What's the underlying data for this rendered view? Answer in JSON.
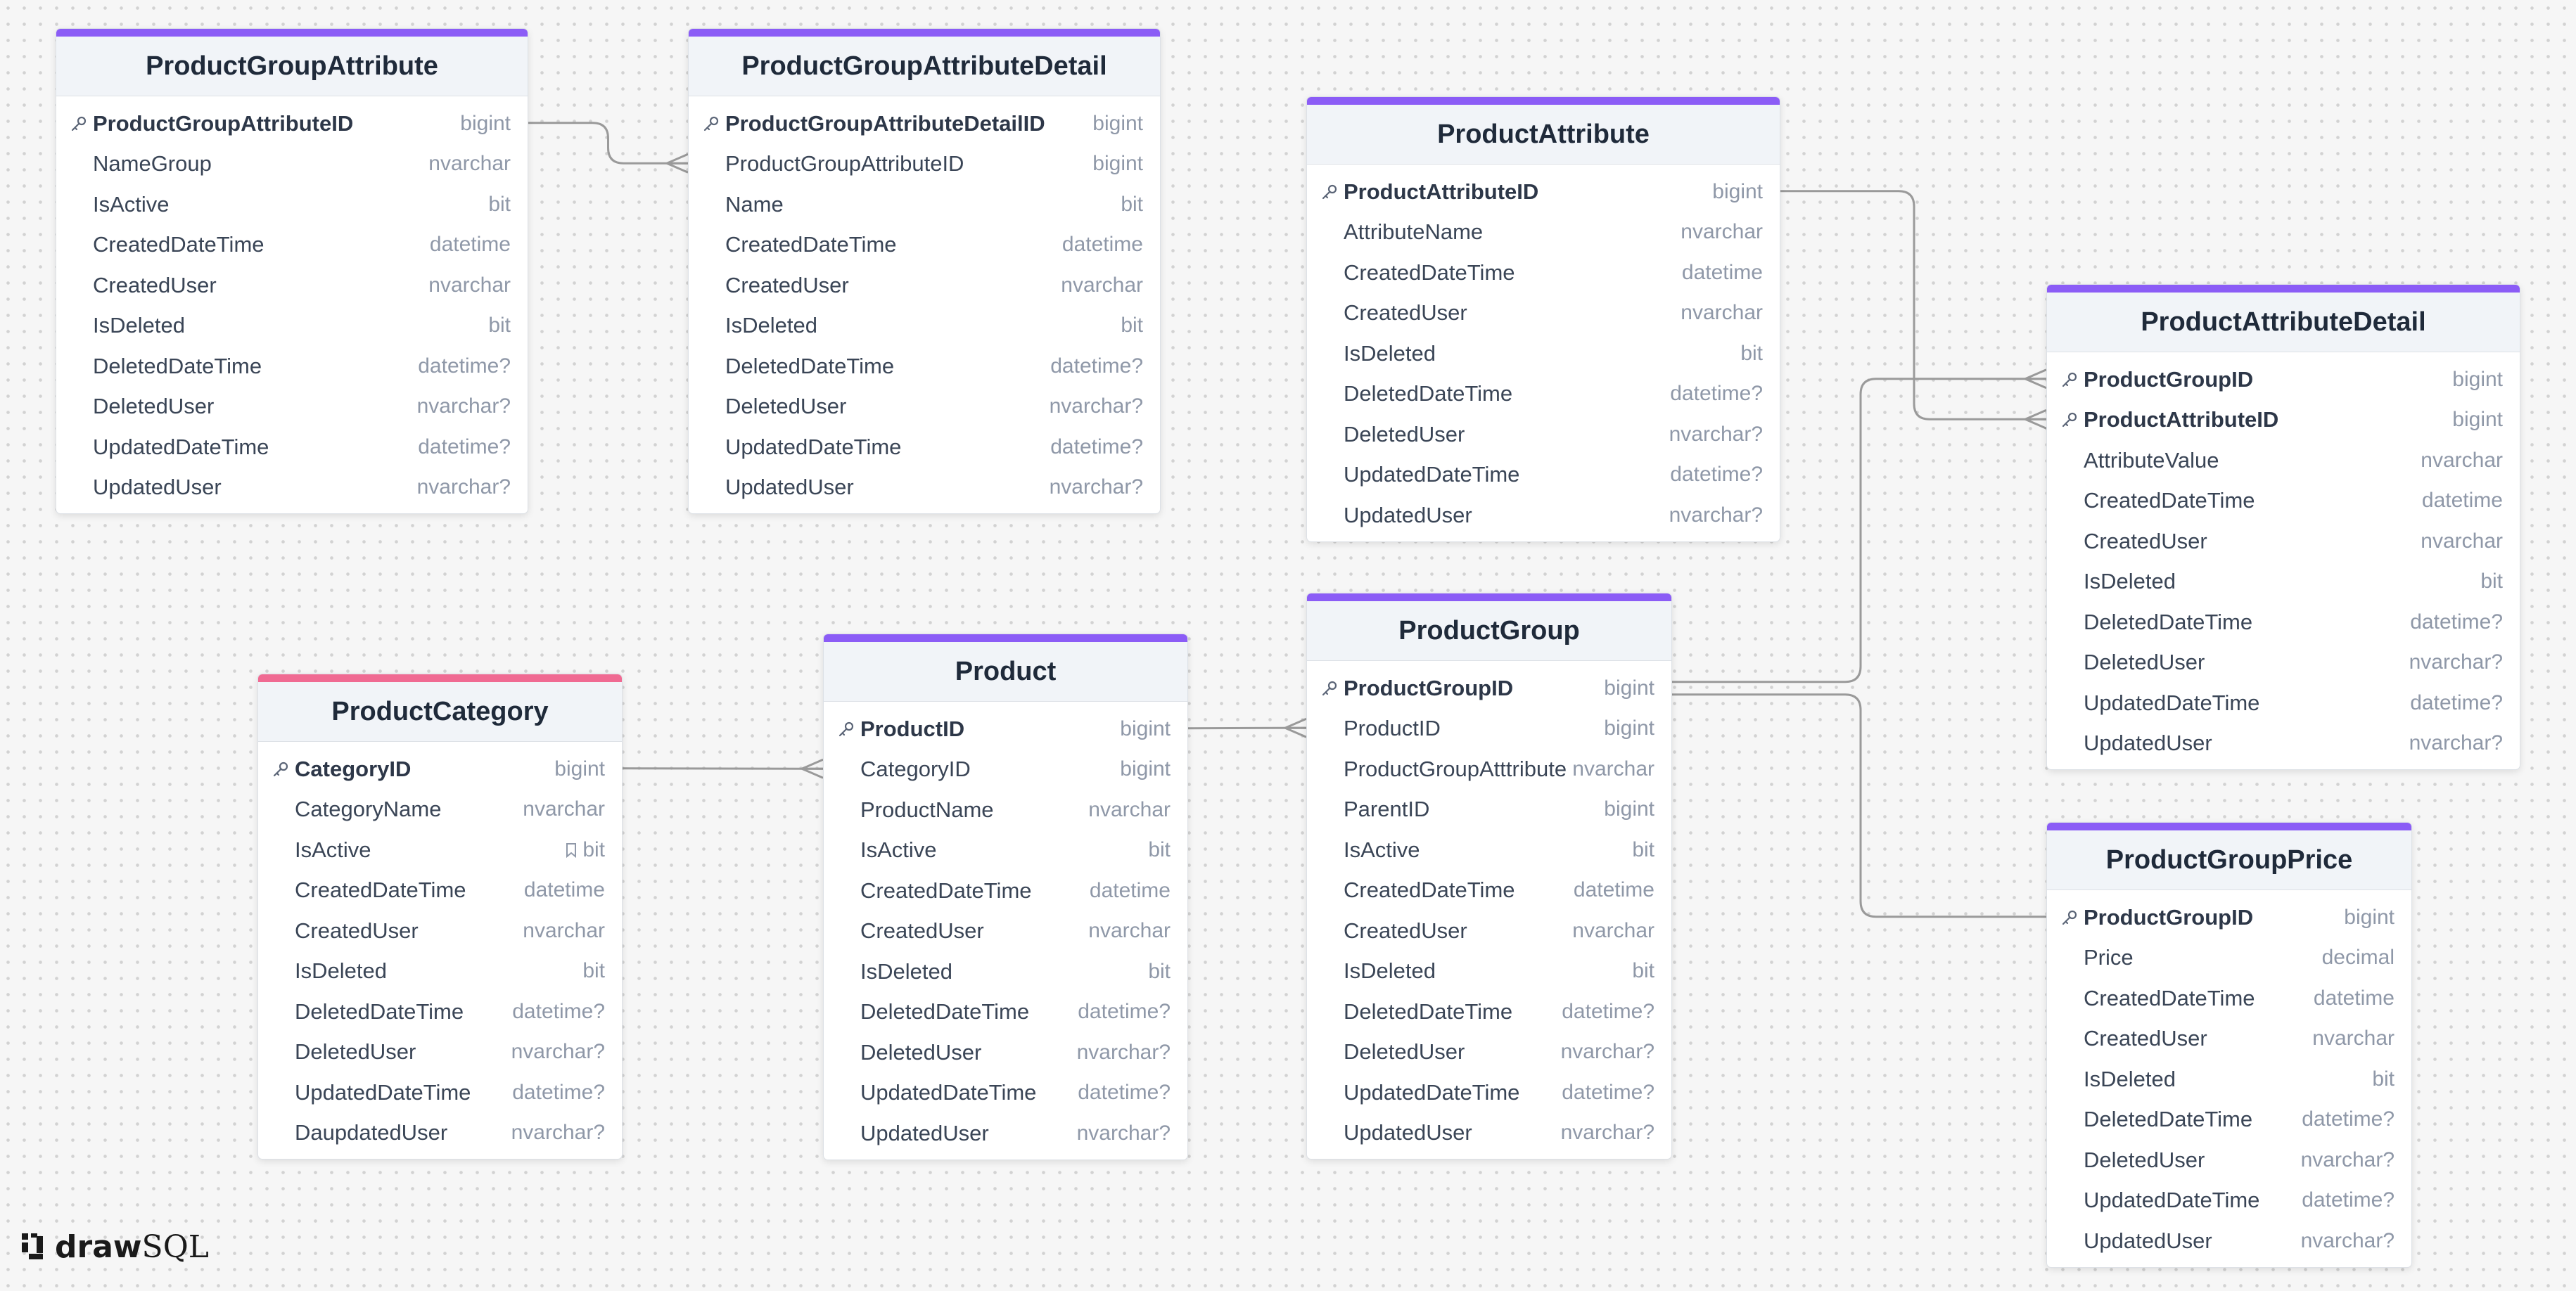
{
  "colors": {
    "accent": "#8b5cf6",
    "category_accent": "#f06a92",
    "link": "#9a9a9a"
  },
  "brand": {
    "bold": "draw",
    "light": "SQL",
    "icon": "drawsql-logo-icon"
  },
  "tables": [
    {
      "id": "ProductGroupAttribute",
      "title": "ProductGroupAttribute",
      "color": "#8b5cf6",
      "fields": [
        {
          "name": "ProductGroupAttributeID",
          "type": "bigint",
          "pk": true
        },
        {
          "name": "NameGroup",
          "type": "nvarchar"
        },
        {
          "name": "IsActive",
          "type": "bit"
        },
        {
          "name": "CreatedDateTime",
          "type": "datetime"
        },
        {
          "name": "CreatedUser",
          "type": "nvarchar"
        },
        {
          "name": "IsDeleted",
          "type": "bit"
        },
        {
          "name": "DeletedDateTime",
          "type": "datetime?"
        },
        {
          "name": "DeletedUser",
          "type": "nvarchar?"
        },
        {
          "name": "UpdatedDateTime",
          "type": "datetime?"
        },
        {
          "name": "UpdatedUser",
          "type": "nvarchar?"
        }
      ]
    },
    {
      "id": "ProductGroupAttributeDetail",
      "title": "ProductGroupAttributeDetail",
      "color": "#8b5cf6",
      "fields": [
        {
          "name": "ProductGroupAttributeDetailID",
          "type": "bigint",
          "pk": true
        },
        {
          "name": "ProductGroupAttributeID",
          "type": "bigint"
        },
        {
          "name": "Name",
          "type": "bit"
        },
        {
          "name": "CreatedDateTime",
          "type": "datetime"
        },
        {
          "name": "CreatedUser",
          "type": "nvarchar"
        },
        {
          "name": "IsDeleted",
          "type": "bit"
        },
        {
          "name": "DeletedDateTime",
          "type": "datetime?"
        },
        {
          "name": "DeletedUser",
          "type": "nvarchar?"
        },
        {
          "name": "UpdatedDateTime",
          "type": "datetime?"
        },
        {
          "name": "UpdatedUser",
          "type": "nvarchar?"
        }
      ]
    },
    {
      "id": "ProductAttribute",
      "title": "ProductAttribute",
      "color": "#8b5cf6",
      "fields": [
        {
          "name": "ProductAttributeID",
          "type": "bigint",
          "pk": true
        },
        {
          "name": "AttributeName",
          "type": "nvarchar"
        },
        {
          "name": "CreatedDateTime",
          "type": "datetime"
        },
        {
          "name": "CreatedUser",
          "type": "nvarchar"
        },
        {
          "name": "IsDeleted",
          "type": "bit"
        },
        {
          "name": "DeletedDateTime",
          "type": "datetime?"
        },
        {
          "name": "DeletedUser",
          "type": "nvarchar?"
        },
        {
          "name": "UpdatedDateTime",
          "type": "datetime?"
        },
        {
          "name": "UpdatedUser",
          "type": "nvarchar?"
        }
      ]
    },
    {
      "id": "ProductAttributeDetail",
      "title": "ProductAttributeDetail",
      "color": "#8b5cf6",
      "fields": [
        {
          "name": "ProductGroupID",
          "type": "bigint",
          "pk": true
        },
        {
          "name": "ProductAttributeID",
          "type": "bigint",
          "pk": true
        },
        {
          "name": "AttributeValue",
          "type": "nvarchar"
        },
        {
          "name": "CreatedDateTime",
          "type": "datetime"
        },
        {
          "name": "CreatedUser",
          "type": "nvarchar"
        },
        {
          "name": "IsDeleted",
          "type": "bit"
        },
        {
          "name": "DeletedDateTime",
          "type": "datetime?"
        },
        {
          "name": "DeletedUser",
          "type": "nvarchar?"
        },
        {
          "name": "UpdatedDateTime",
          "type": "datetime?"
        },
        {
          "name": "UpdatedUser",
          "type": "nvarchar?"
        }
      ]
    },
    {
      "id": "ProductCategory",
      "title": "ProductCategory",
      "color": "#f06a92",
      "fields": [
        {
          "name": "CategoryID",
          "type": "bigint",
          "pk": true
        },
        {
          "name": "CategoryName",
          "type": "nvarchar"
        },
        {
          "name": "IsActive",
          "type": "bit",
          "note": true
        },
        {
          "name": "CreatedDateTime",
          "type": "datetime"
        },
        {
          "name": "CreatedUser",
          "type": "nvarchar"
        },
        {
          "name": "IsDeleted",
          "type": "bit"
        },
        {
          "name": "DeletedDateTime",
          "type": "datetime?"
        },
        {
          "name": "DeletedUser",
          "type": "nvarchar?"
        },
        {
          "name": "UpdatedDateTime",
          "type": "datetime?"
        },
        {
          "name": "DaupdatedUser",
          "type": "nvarchar?"
        }
      ]
    },
    {
      "id": "Product",
      "title": "Product",
      "color": "#8b5cf6",
      "fields": [
        {
          "name": "ProductID",
          "type": "bigint",
          "pk": true
        },
        {
          "name": "CategoryID",
          "type": "bigint"
        },
        {
          "name": "ProductName",
          "type": "nvarchar"
        },
        {
          "name": "IsActive",
          "type": "bit"
        },
        {
          "name": "CreatedDateTime",
          "type": "datetime"
        },
        {
          "name": "CreatedUser",
          "type": "nvarchar"
        },
        {
          "name": "IsDeleted",
          "type": "bit"
        },
        {
          "name": "DeletedDateTime",
          "type": "datetime?"
        },
        {
          "name": "DeletedUser",
          "type": "nvarchar?"
        },
        {
          "name": "UpdatedDateTime",
          "type": "datetime?"
        },
        {
          "name": "UpdatedUser",
          "type": "nvarchar?"
        }
      ]
    },
    {
      "id": "ProductGroup",
      "title": "ProductGroup",
      "color": "#8b5cf6",
      "fields": [
        {
          "name": "ProductGroupID",
          "type": "bigint",
          "pk": true
        },
        {
          "name": "ProductID",
          "type": "bigint"
        },
        {
          "name": "ProductGroupAtttribute",
          "type": "nvarchar"
        },
        {
          "name": "ParentID",
          "type": "bigint"
        },
        {
          "name": "IsActive",
          "type": "bit"
        },
        {
          "name": "CreatedDateTime",
          "type": "datetime"
        },
        {
          "name": "CreatedUser",
          "type": "nvarchar"
        },
        {
          "name": "IsDeleted",
          "type": "bit"
        },
        {
          "name": "DeletedDateTime",
          "type": "datetime?"
        },
        {
          "name": "DeletedUser",
          "type": "nvarchar?"
        },
        {
          "name": "UpdatedDateTime",
          "type": "datetime?"
        },
        {
          "name": "UpdatedUser",
          "type": "nvarchar?"
        }
      ]
    },
    {
      "id": "ProductGroupPrice",
      "title": "ProductGroupPrice",
      "color": "#8b5cf6",
      "fields": [
        {
          "name": "ProductGroupID",
          "type": "bigint",
          "pk": true
        },
        {
          "name": "Price",
          "type": "decimal"
        },
        {
          "name": "CreatedDateTime",
          "type": "datetime"
        },
        {
          "name": "CreatedUser",
          "type": "nvarchar"
        },
        {
          "name": "IsDeleted",
          "type": "bit"
        },
        {
          "name": "DeletedDateTime",
          "type": "datetime?"
        },
        {
          "name": "DeletedUser",
          "type": "nvarchar?"
        },
        {
          "name": "UpdatedDateTime",
          "type": "datetime?"
        },
        {
          "name": "UpdatedUser",
          "type": "nvarchar?"
        }
      ]
    }
  ],
  "relationships": [
    {
      "from": "ProductGroupAttribute.ProductGroupAttributeID",
      "to": "ProductGroupAttributeDetail.ProductGroupAttributeID",
      "cardinality": "one-to-many"
    },
    {
      "from": "ProductCategory.CategoryID",
      "to": "Product.CategoryID",
      "cardinality": "one-to-many"
    },
    {
      "from": "Product.ProductID",
      "to": "ProductGroup.ProductID",
      "cardinality": "one-to-many"
    },
    {
      "from": "ProductAttribute.ProductAttributeID",
      "to": "ProductAttributeDetail.ProductAttributeID",
      "cardinality": "one-to-many"
    },
    {
      "from": "ProductGroup.ProductGroupID",
      "to": "ProductAttributeDetail.ProductGroupID",
      "cardinality": "one-to-many"
    },
    {
      "from": "ProductGroup.ProductGroupID",
      "to": "ProductGroupPrice.ProductGroupID",
      "cardinality": "one-to-one"
    }
  ]
}
